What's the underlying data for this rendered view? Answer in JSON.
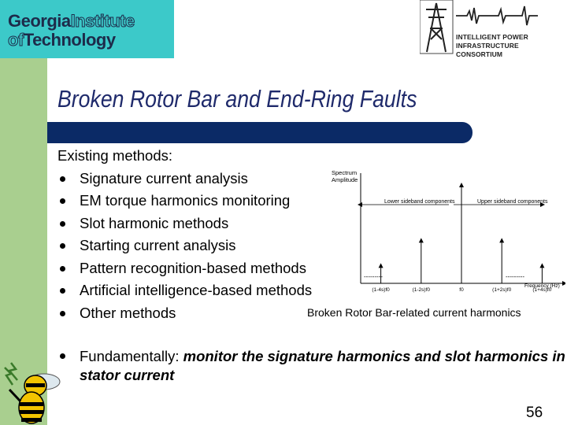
{
  "logos": {
    "gt_line1_a": "Georgia",
    "gt_line1_b": "Institute",
    "gt_line2_a": "of",
    "gt_line2_b": "Technology",
    "ipic_line1": "INTELLIGENT POWER",
    "ipic_line2": "INFRASTRUCTURE CONSORTIUM"
  },
  "slide": {
    "title": "Broken Rotor Bar and End-Ring Faults",
    "heading": "Existing methods:",
    "methods": [
      "Signature current analysis",
      "EM torque harmonics monitoring",
      "Slot harmonic methods",
      "Starting current analysis",
      "Pattern recognition-based methods",
      "Artificial intelligence-based methods",
      "Other methods"
    ],
    "fundamental_prefix": "Fundamentally: ",
    "fundamental_emph": "monitor the signature harmonics and slot harmonics in stator current",
    "caption": "Broken Rotor Bar-related current harmonics",
    "page_number": "56"
  },
  "chart_data": {
    "type": "bar",
    "ylabel": "Spectrum Amplitude",
    "xlabel": "Frequency (Hz)",
    "lower_label": "Lower sideband components",
    "upper_label": "Upper sideband components",
    "tick_labels": [
      "(1-4s)f0",
      "(1-2s)f0",
      "f0",
      "(1+2s)f0",
      "(1+4s)f0"
    ],
    "positions": [
      0.1,
      0.3,
      0.5,
      0.7,
      0.9
    ],
    "values": [
      0.2,
      0.45,
      1.0,
      0.45,
      0.2
    ],
    "ellipsis": "---------"
  }
}
